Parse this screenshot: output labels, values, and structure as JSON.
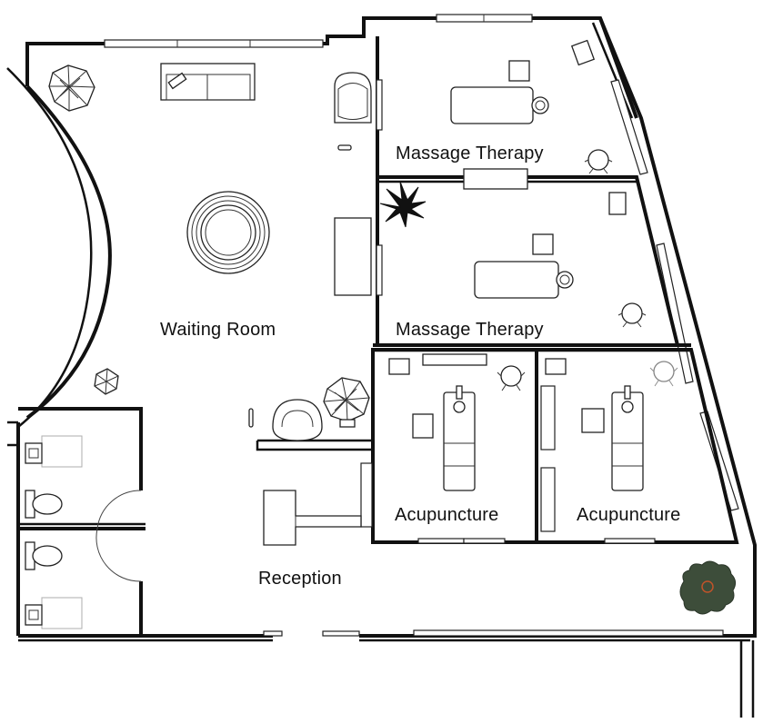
{
  "plan": {
    "rooms": [
      {
        "id": "massage-1",
        "label": "Massage Therapy"
      },
      {
        "id": "massage-2",
        "label": "Massage Therapy"
      },
      {
        "id": "waiting",
        "label": "Waiting Room"
      },
      {
        "id": "acu-1",
        "label": "Acupuncture"
      },
      {
        "id": "acu-2",
        "label": "Acupuncture"
      },
      {
        "id": "reception",
        "label": "Reception"
      }
    ]
  }
}
